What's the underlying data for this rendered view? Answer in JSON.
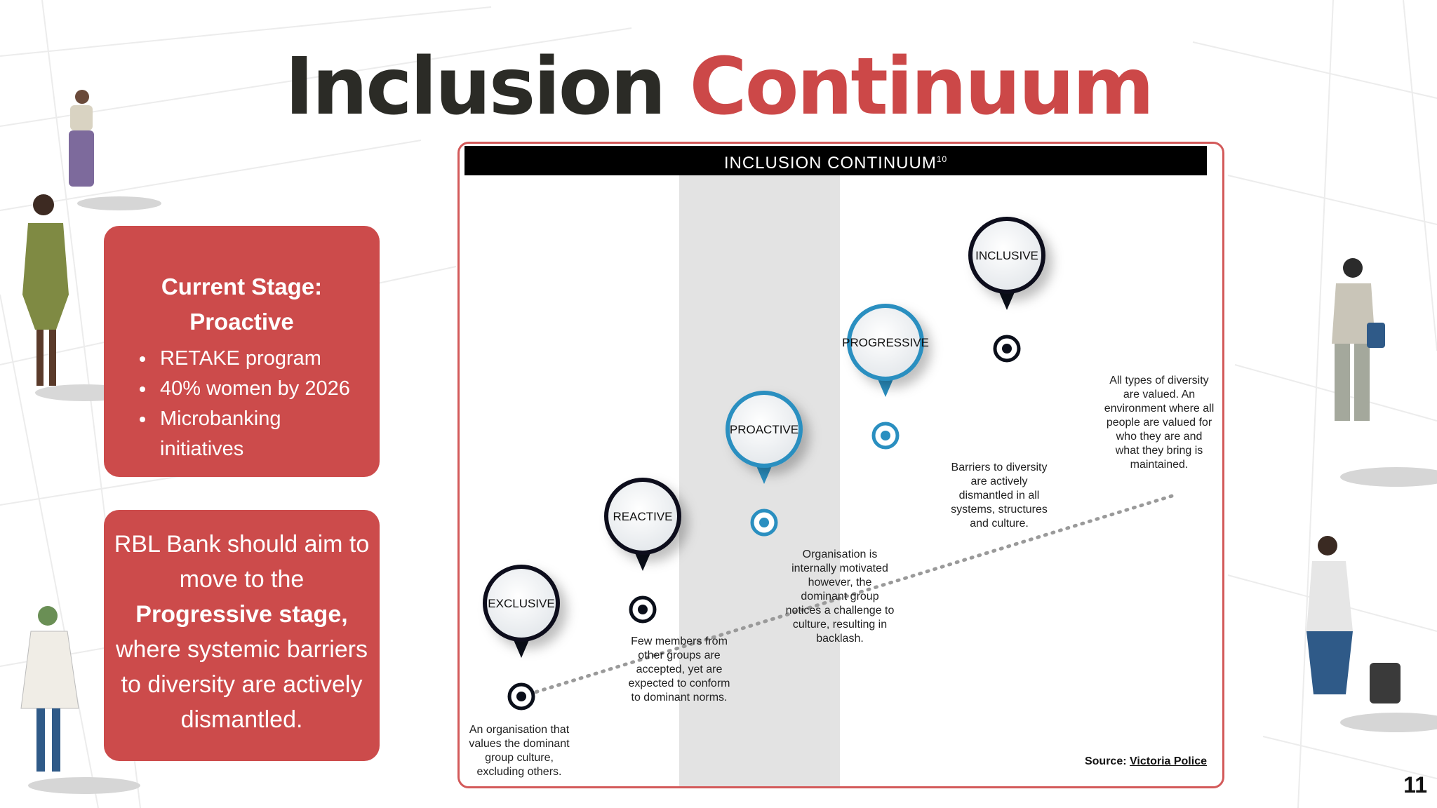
{
  "title": {
    "part1": "Inclusion",
    "part2": "Continuum"
  },
  "current_stage": {
    "heading_line1": "Current Stage:",
    "heading_line2": "Proactive",
    "bullets": [
      "RETAKE program",
      "40% women by 2026",
      "Microbanking initiatives"
    ]
  },
  "recommendation": {
    "text_before": "RBL Bank should aim to move to the",
    "bold": "Progressive stage,",
    "text_after": "where systemic barriers to diversity are actively dismantled."
  },
  "diagram": {
    "header": "INCLUSION CONTINUUM",
    "header_superscript": "10",
    "stages": [
      {
        "name": "EXCLUSIVE",
        "description": "An organisation that values the dominant group culture, excluding others."
      },
      {
        "name": "REACTIVE",
        "description": "Few members from other groups are accepted, yet are expected to conform to dominant norms."
      },
      {
        "name": "PROACTIVE",
        "description": "Organisation is internally motivated however, the dominant group notices a challenge to culture, resulting in backlash."
      },
      {
        "name": "PROGRESSIVE",
        "description": "Barriers to diversity are actively dismantled in all systems, structures and culture."
      },
      {
        "name": "INCLUSIVE",
        "description": "All types of diversity are valued. An environment where all people are valued for who they are and what they bring is maintained."
      }
    ],
    "source_label": "Source:",
    "source_link": "Victoria Police",
    "highlighted_stage": "PROACTIVE"
  },
  "page_number": "11",
  "colors": {
    "accent_red": "#cc4b4b",
    "title_dark": "#2b2b26",
    "stage_blue_light": "#2a8fc0",
    "stage_dark": "#0b0f1a"
  }
}
